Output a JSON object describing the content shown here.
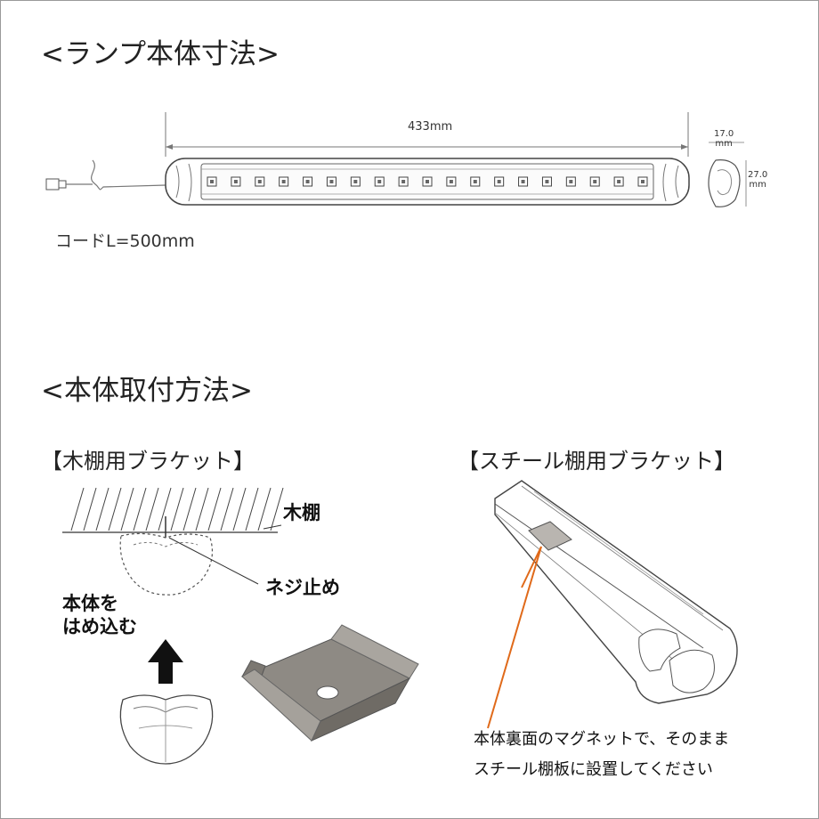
{
  "section1": {
    "title": "<ランプ本体寸法>",
    "length": "433mm",
    "width": "17.0\nmm",
    "height": "27.0\nmm",
    "cord": "コードL=500mm"
  },
  "section2": {
    "title": "<本体取付方法>",
    "wood": {
      "title": "【木棚用ブラケット】",
      "shelf": "木棚",
      "screw": "ネジ止め",
      "insert": "本体を\nはめ込む"
    },
    "steel": {
      "title": "【スチール棚用ブラケット】",
      "note_line1": "本体裏面のマグネットで、そのまま",
      "note_line2": "スチール棚板に設置してください"
    }
  },
  "colors": {
    "line": "#555555",
    "accent": "#e06a1a",
    "metal": "#8e8a84"
  },
  "led_count": 19
}
